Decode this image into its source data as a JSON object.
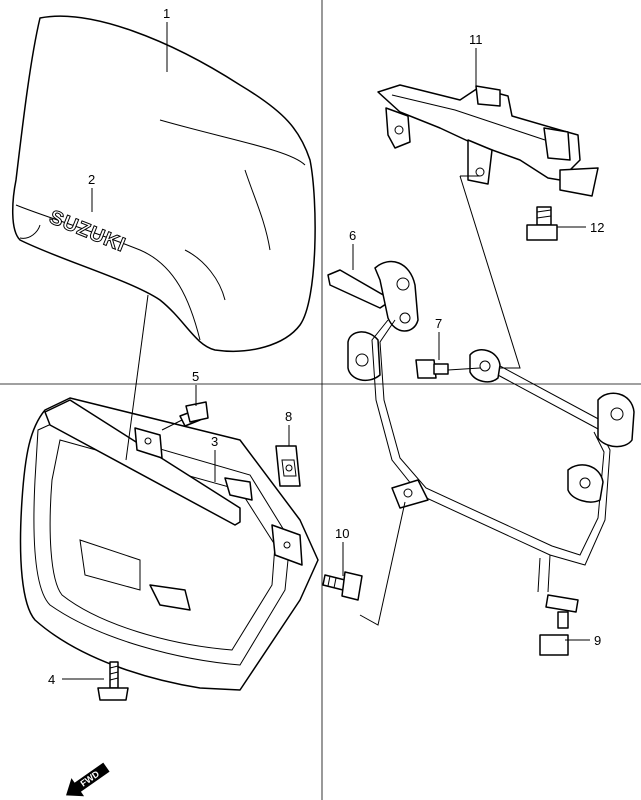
{
  "diagram": {
    "brand_text": "SUZUKI",
    "direction_label": "FWD",
    "callouts": {
      "p1": "1",
      "p2": "2",
      "p3": "3",
      "p4": "4",
      "p5": "5",
      "p6": "6",
      "p7": "7",
      "p8": "8",
      "p9": "9",
      "p10": "10",
      "p11": "11",
      "p12": "12"
    }
  }
}
